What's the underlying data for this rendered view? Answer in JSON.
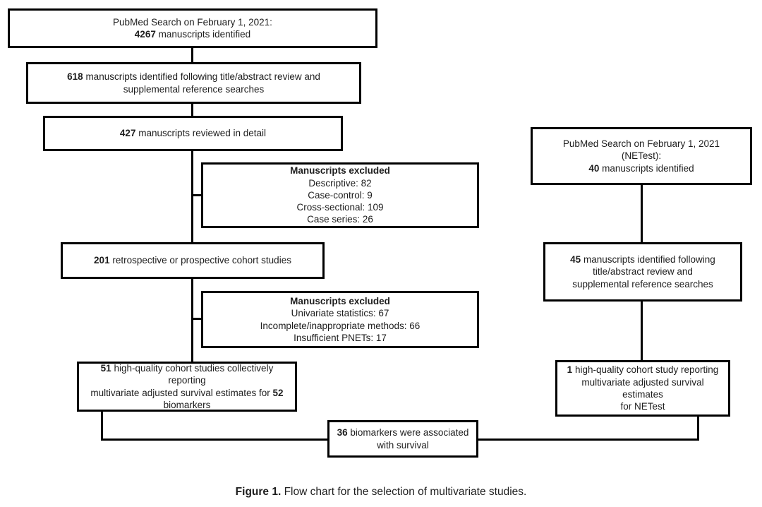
{
  "boxes": {
    "pubmed_main": {
      "line1": "PubMed Search on February 1, 2021:",
      "count": "4267",
      "count_rest": "manuscripts identified"
    },
    "title_abstract_618": {
      "count": "618",
      "count_rest": "manuscripts identified following title/abstract review and",
      "line2": "supplemental reference searches"
    },
    "reviewed_427": {
      "count": "427",
      "count_rest": "manuscripts reviewed in detail"
    },
    "excluded_1": {
      "header": "Manuscripts excluded",
      "items": [
        "Descriptive: 82",
        "Case-control: 9",
        "Cross-sectional: 109",
        "Case series: 26"
      ]
    },
    "cohort_201": {
      "count": "201",
      "count_rest": "retrospective or prospective cohort studies"
    },
    "excluded_2": {
      "header": "Manuscripts excluded",
      "items": [
        "Univariate statistics: 67",
        "Incomplete/inappropriate methods: 66",
        "Insufficient PNETs: 17"
      ]
    },
    "high_quality_51": {
      "count": "51",
      "line1_rest": "high-quality cohort studies collectively reporting",
      "line2_pre": "multivariate adjusted survival estimates for",
      "count2": "52",
      "line3": "biomarkers"
    },
    "biomarkers_36": {
      "count": "36",
      "line1_rest": "biomarkers were associated",
      "line2": "with survival"
    },
    "netest_search": {
      "line1": "PubMed Search on February 1, 2021",
      "line2": "(NETest):",
      "count": "40",
      "count_rest": "manuscripts identified"
    },
    "netest_45": {
      "count": "45",
      "line1_rest": "manuscripts identified following",
      "line2": "title/abstract review and",
      "line3": "supplemental reference searches"
    },
    "netest_1": {
      "count": "1",
      "line1_rest": "high-quality cohort study reporting",
      "line2": "multivariate adjusted survival estimates",
      "line3": "for NETest"
    }
  },
  "caption": {
    "label": "Figure 1.",
    "text": "Flow chart for the selection of multivariate studies."
  },
  "colors": {
    "line": "#000000",
    "background": "#ffffff",
    "text": "#1d1d1d"
  }
}
